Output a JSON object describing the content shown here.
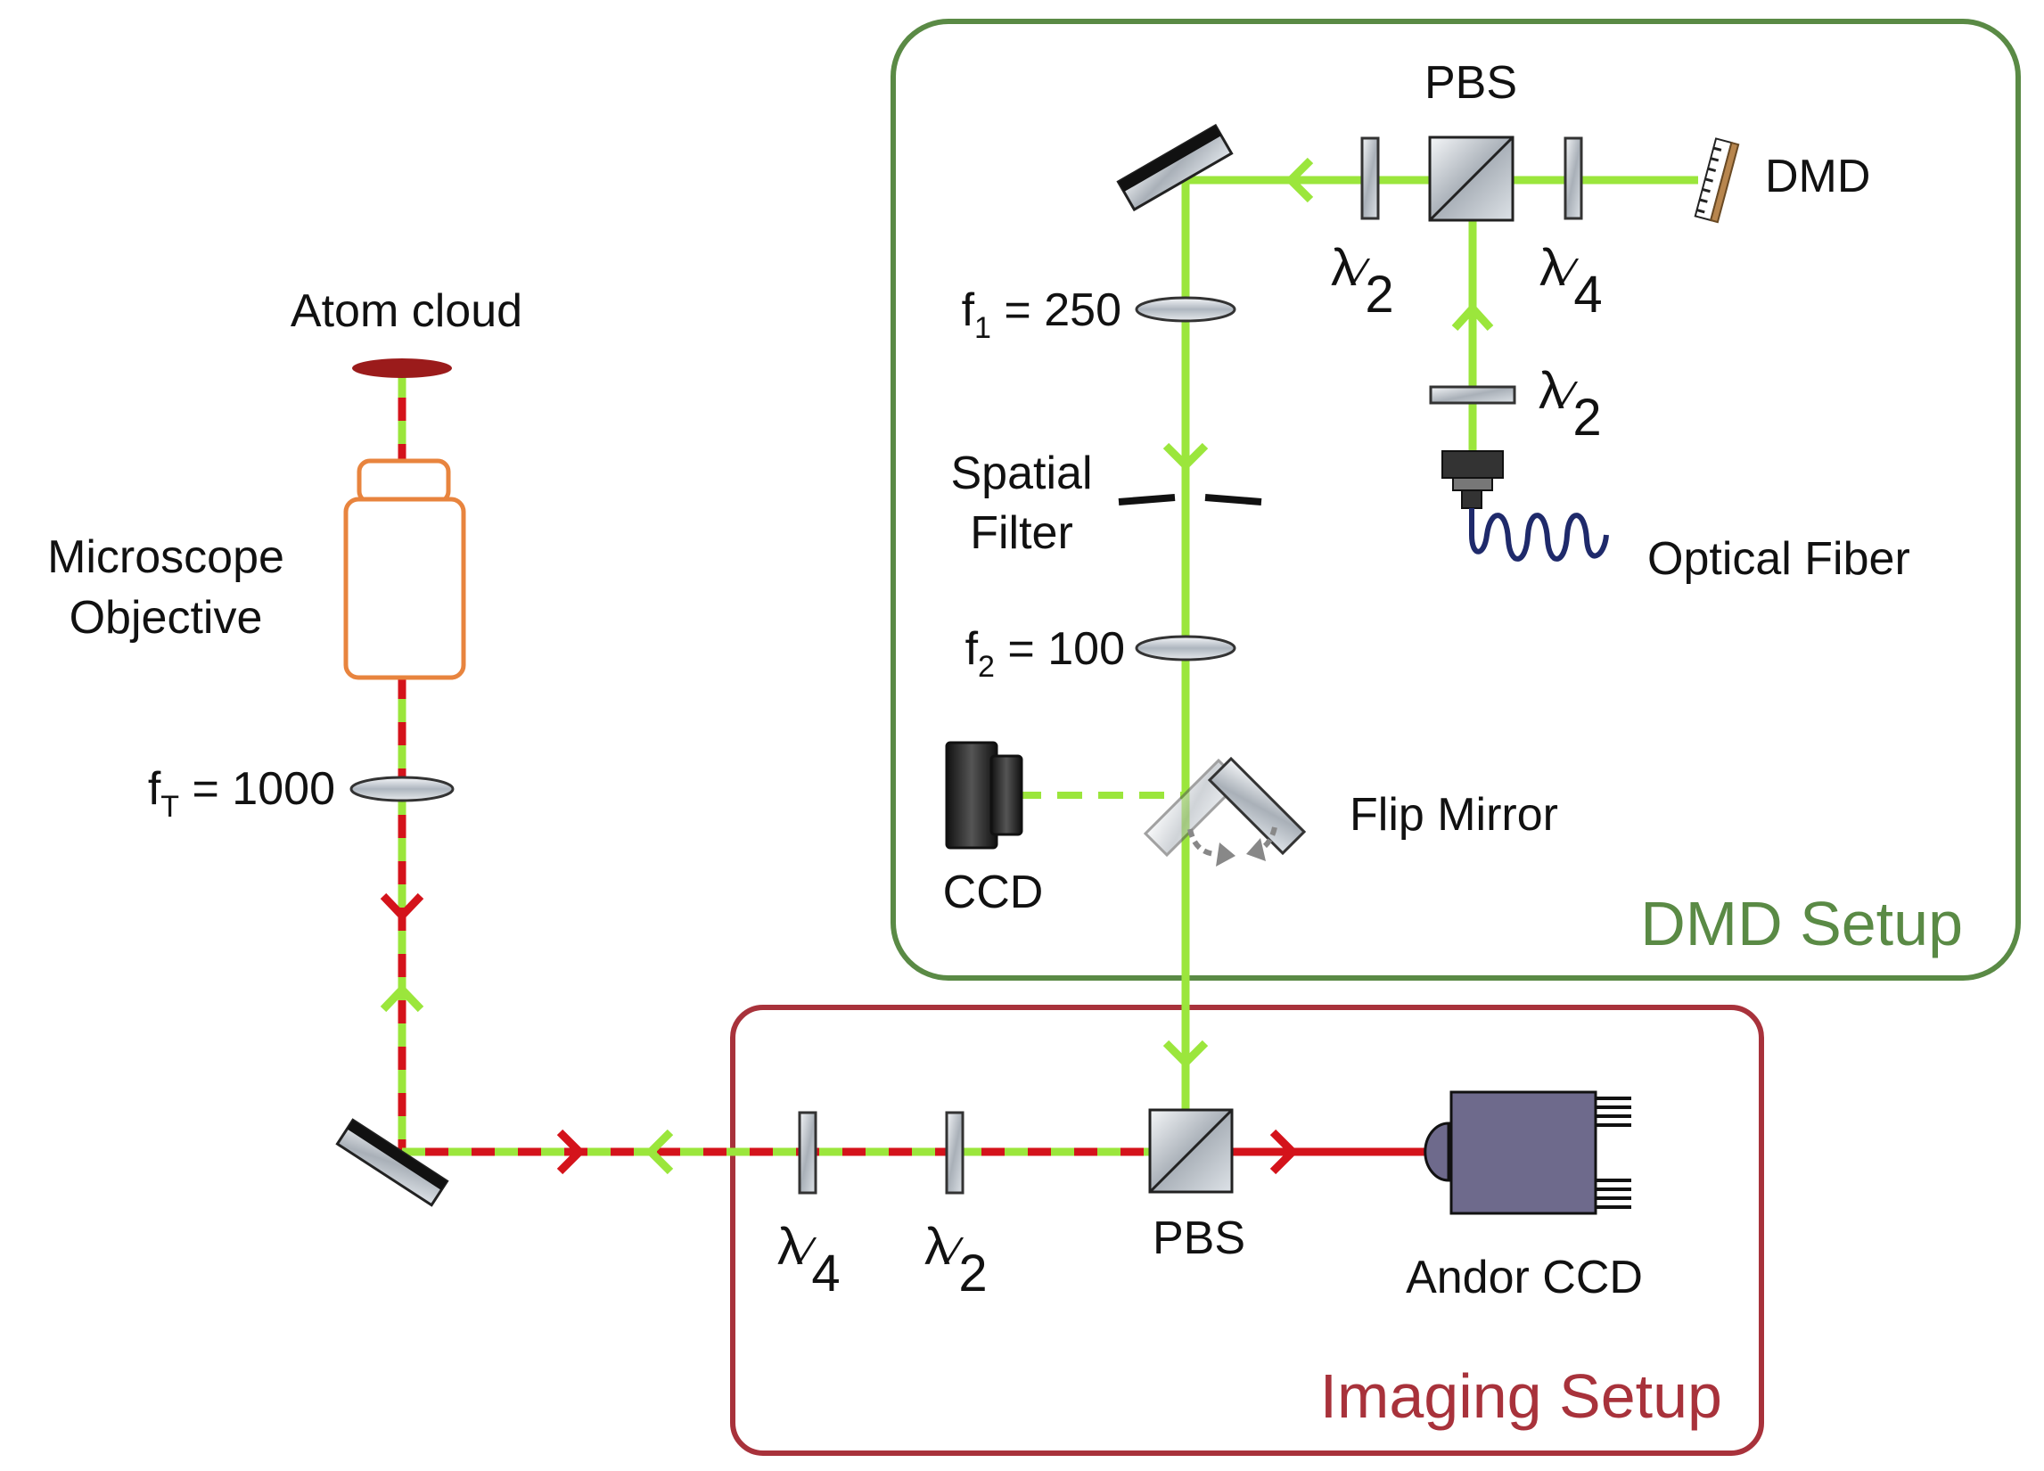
{
  "colors": {
    "green_beam": "#9be63c",
    "red_beam": "#d4131b",
    "dmd_box": "#5a8a45",
    "imaging_box": "#a8323b",
    "objective": "#e8843e",
    "atom_cloud": "#9b1b1b",
    "andor_body": "#6e6a8c",
    "fiber": "#1f2a6b"
  },
  "labels": {
    "atom_cloud": "Atom cloud",
    "objective_line1": "Microscope",
    "objective_line2": "Objective",
    "ft_main": "f",
    "ft_sub": "T",
    "ft_value": " = 1000",
    "f1_main": "f",
    "f1_sub": "1",
    "f1_value": " = 250",
    "f2_main": "f",
    "f2_sub": "2",
    "f2_value": " = 100",
    "spatial_filter_line1": "Spatial",
    "spatial_filter_line2": "Filter",
    "pbs_top": "PBS",
    "dmd": "DMD",
    "optical_fiber": "Optical Fiber",
    "flip_mirror": "Flip Mirror",
    "ccd_small": "CCD",
    "pbs_bottom": "PBS",
    "andor_ccd": "Andor CCD",
    "dmd_setup": "DMD Setup",
    "imaging_setup": "Imaging Setup"
  },
  "waveplates": {
    "lambda": "λ",
    "half_top_left": "2",
    "quarter_top_right": "4",
    "half_fiber": "2",
    "quarter_bottom": "4",
    "half_bottom": "2"
  },
  "icons": [
    "mirror-icon",
    "lens-icon",
    "waveplate-icon",
    "pbs-cube-icon",
    "dmd-chip-icon",
    "fiber-coupler-icon",
    "camera-icon",
    "arrow-icon"
  ]
}
